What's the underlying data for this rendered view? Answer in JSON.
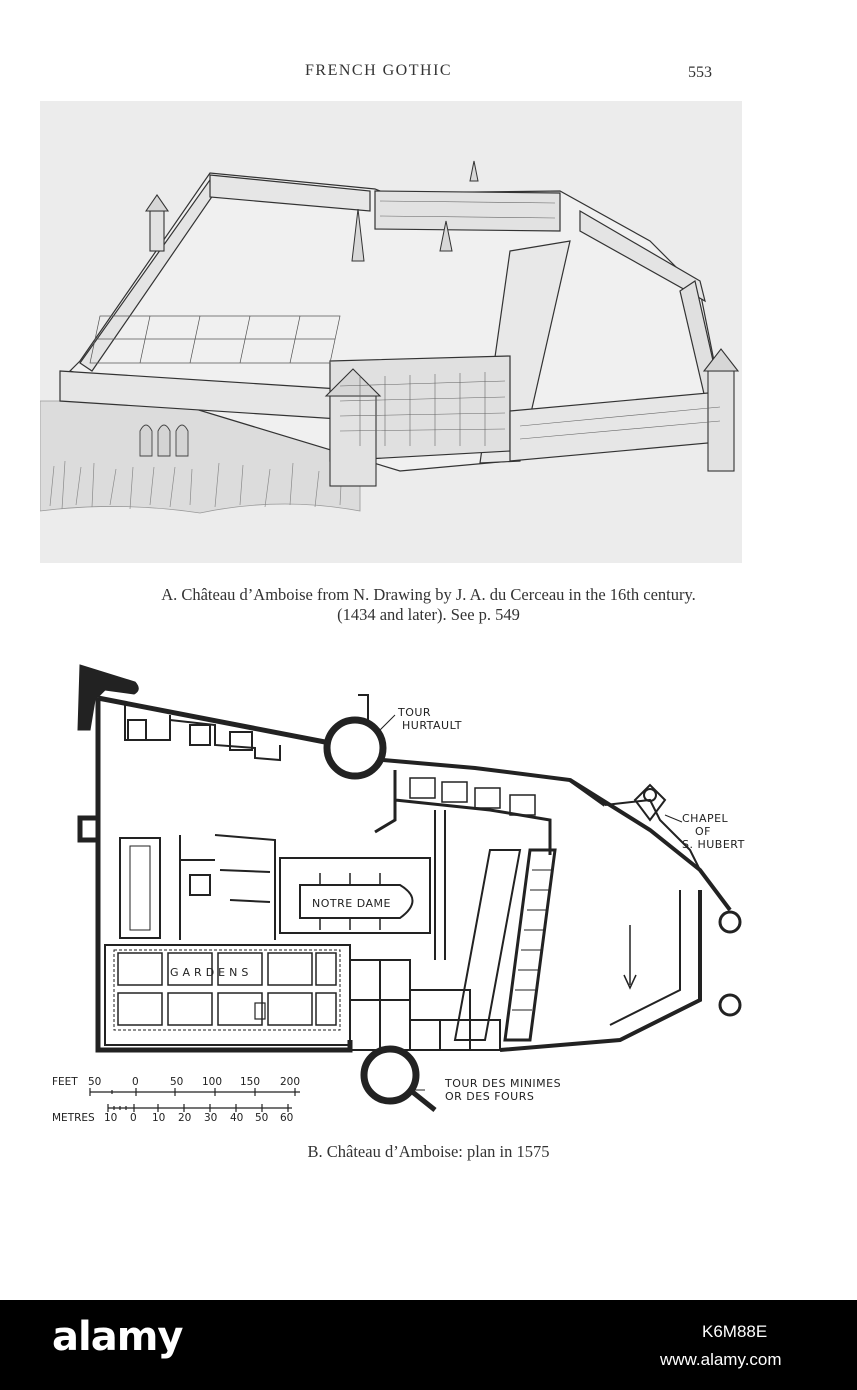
{
  "header": {
    "running_title": "FRENCH GOTHIC",
    "page_number": "553"
  },
  "figure_a": {
    "caption_line1": "A. Château d’Amboise from N. Drawing by J. A. du Cerceau in the 16th century.",
    "caption_line2": "(1434 and later). See p. 549"
  },
  "figure_b": {
    "labels": {
      "tour_hurtault_1": "TOUR",
      "tour_hurtault_2": "HURTAULT",
      "chapel_1": "CHAPEL",
      "chapel_2": "OF",
      "chapel_3": "S. HUBERT",
      "notre_dame": "NOTRE DAME",
      "gardens": "GARDENS",
      "tour_minimes_1": "TOUR DES MINIMES",
      "tour_minimes_2": "OR DES FOURS"
    },
    "scale": {
      "feet_label": "FEET",
      "feet_ticks": [
        "50",
        "0",
        "50",
        "100",
        "150",
        "200"
      ],
      "metres_label": "METRES",
      "metres_ticks": [
        "10",
        "0",
        "10",
        "20",
        "30",
        "40",
        "50",
        "60"
      ]
    },
    "caption": "B. Château d’Amboise: plan in 1575"
  },
  "footer": {
    "logo": "alamy",
    "image_id": "K6M88E",
    "url": "www.alamy.com"
  },
  "colors": {
    "ink": "#222222",
    "plate_background": "#eeeeee",
    "footer_bar": "#000000"
  }
}
